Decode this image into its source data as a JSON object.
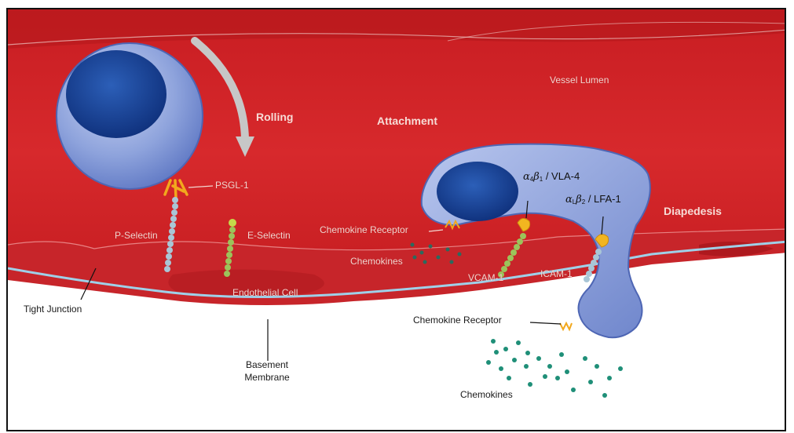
{
  "labels": {
    "vessel_lumen": "Vessel Lumen",
    "rolling": "Rolling",
    "attachment": "Attachment",
    "diapedesis": "Diapedesis",
    "psgl1": "PSGL-1",
    "p_selectin": "P-Selectin",
    "e_selectin": "E-Selectin",
    "chemokine_receptor_1": "Chemokine Receptor",
    "chemokines_1": "Chemokines",
    "vla4": {
      "alpha": "α",
      "alpha_sub": "4",
      "beta": "β",
      "beta_sub": "1",
      "name": "/ VLA-4"
    },
    "lfa1": {
      "alpha": "α",
      "alpha_sub": "L",
      "beta": "β",
      "beta_sub": "2",
      "name": "/ LFA-1"
    },
    "vcam1": "VCAM-1",
    "icam": "ICAM-1",
    "endothelial_cell": "Endothelial Cell",
    "tight_junction": "Tight Junction",
    "basement_membrane_line1": "Basement",
    "basement_membrane_line2": "Membrane",
    "chemokine_receptor_2": "Chemokine Receptor",
    "chemokines_2": "Chemokines"
  },
  "colors": {
    "lumen": "#d7292c",
    "leukocyte": "#8ea3dc",
    "nucleus": "#0e2f7a",
    "ligand": "#f2a81d",
    "chemokine": "#1f8f78",
    "basement_membrane": "#9fd0e8"
  }
}
